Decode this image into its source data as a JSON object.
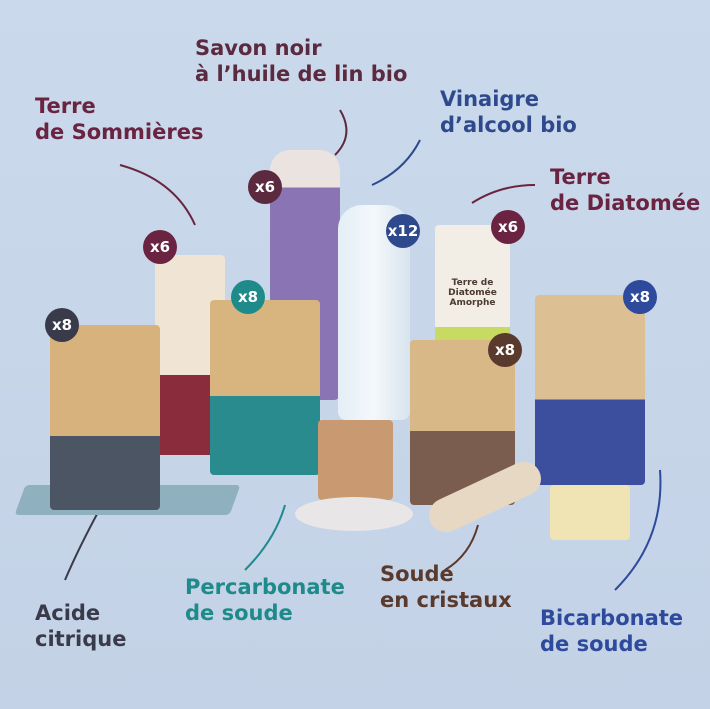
{
  "labels": {
    "savon": {
      "line1": "Savon noir",
      "line2": "à l’huile de lin bio",
      "color": "#5b2a3f"
    },
    "sommieres": {
      "line1": "Terre",
      "line2": "de Sommières",
      "color": "#6a2441"
    },
    "vinaigre": {
      "line1": "Vinaigre",
      "line2": "d’alcool bio",
      "color": "#2e4a8c"
    },
    "diatomee": {
      "line1": "Terre",
      "line2": "de Diatomée",
      "color": "#6a2441"
    },
    "percarbonate": {
      "line1": "Percarbonate",
      "line2": "de soude",
      "color": "#1e8a8a"
    },
    "cristaux": {
      "line1": "Soude",
      "line2": "en cristaux",
      "color": "#5a3a2c"
    },
    "acide": {
      "line1": "Acide",
      "line2": "citrique",
      "color": "#3a3b4a"
    },
    "bicarbonate": {
      "line1": "Bicarbonate",
      "line2": "de soude",
      "color": "#2e4a9c"
    }
  },
  "badges": [
    {
      "text": "x6",
      "color": "#5b2a3f"
    },
    {
      "text": "x6",
      "color": "#6a2441"
    },
    {
      "text": "x8",
      "color": "#1e8a8a"
    },
    {
      "text": "x12",
      "color": "#2e4a8c"
    },
    {
      "text": "x6",
      "color": "#6a2441"
    },
    {
      "text": "x8",
      "color": "#3a3b4a"
    },
    {
      "text": "x8",
      "color": "#5a3a2c"
    },
    {
      "text": "x8",
      "color": "#2e4a9c"
    }
  ],
  "products": {
    "acide": "Acide citrique",
    "sommieres": "Terre de Sommières",
    "percarbonate": "Percarbonate de soude",
    "vinaigre": "Vinaigre d'alcool",
    "diatomee": "Terre de Diatomée Amorphe",
    "cristaux": "Soude en cristaux",
    "bicarbonate": "Bicarbonate de soude"
  }
}
